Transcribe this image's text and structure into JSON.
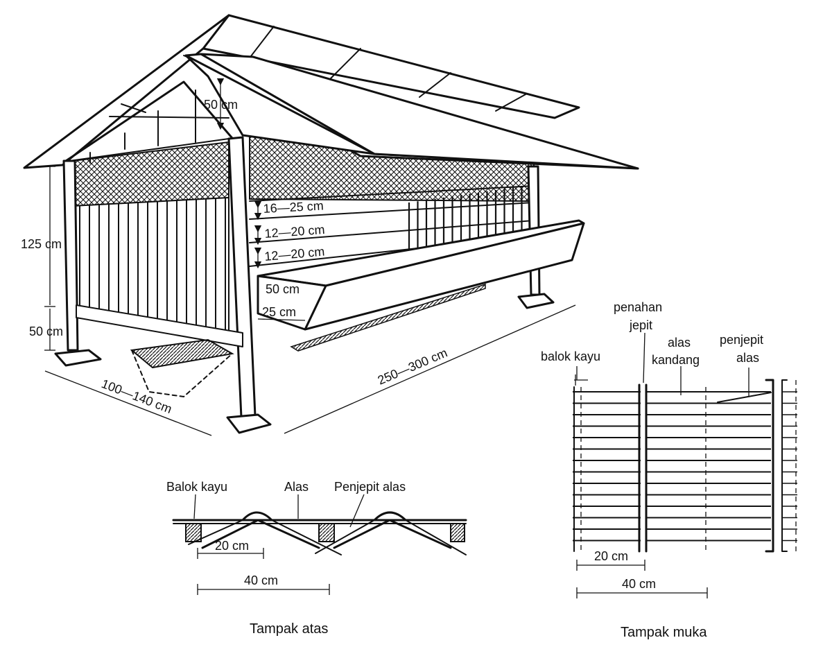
{
  "perspective": {
    "dim_roof_gap": "50 cm",
    "dim_wall_height": "125 cm",
    "dim_leg_height": "50 cm",
    "dim_gap_1": "16—25 cm",
    "dim_gap_2": "12—20 cm",
    "dim_gap_3": "12—20 cm",
    "dim_trough_width": "50 cm",
    "dim_trough_depth": "25 cm",
    "dim_width": "100—140 cm",
    "dim_length": "250—300 cm"
  },
  "top_view": {
    "label_beam": "Balok kayu",
    "label_floor": "Alas",
    "label_clamp": "Penjepit alas",
    "dim_small": "20 cm",
    "dim_large": "40 cm",
    "caption": "Tampak atas"
  },
  "front_view": {
    "label_holder_line1": "penahan",
    "label_holder_line2": "jepit",
    "label_beam": "balok kayu",
    "label_floor_line1": "alas",
    "label_floor_line2": "kandang",
    "label_clamp_line1": "penjepit",
    "label_clamp_line2": "alas",
    "dim_small": "20 cm",
    "dim_large": "40 cm",
    "caption": "Tampak muka"
  }
}
